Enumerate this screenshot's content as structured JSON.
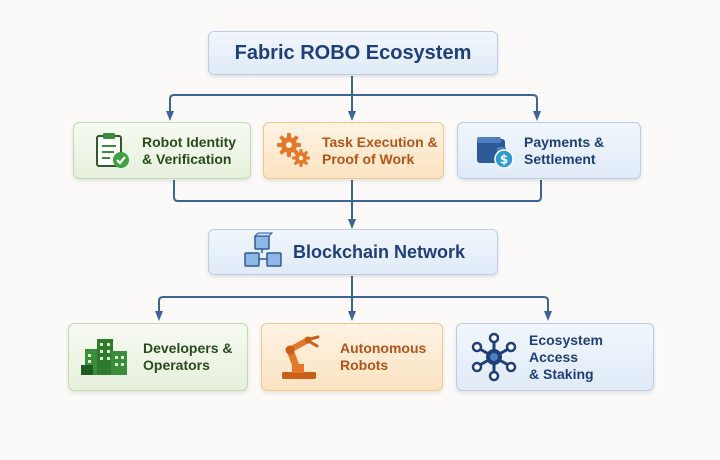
{
  "title": "Fabric ROBO Ecosystem",
  "top_row": [
    {
      "line1": "Robot Identity",
      "line2": "& Verification",
      "icon": "clipboard-check-icon"
    },
    {
      "line1": "Task Execution &",
      "line2": "Proof of Work",
      "icon": "gears-icon"
    },
    {
      "line1": "Payments &",
      "line2": "Settlement",
      "icon": "wallet-coin-icon"
    }
  ],
  "middle": {
    "label": "Blockchain Network",
    "icon": "blocks-icon"
  },
  "bottom_row": [
    {
      "line1": "Developers &",
      "line2": "Operators",
      "icon": "buildings-icon"
    },
    {
      "line1": "Autonomous",
      "line2": "Robots",
      "icon": "robot-arm-icon"
    },
    {
      "line1": "Ecosystem Access",
      "line2": "& Staking",
      "icon": "network-hub-icon"
    }
  ],
  "colors": {
    "connector": "#3d6497",
    "title_text": "#1e3f78",
    "green": "#3a8d3a",
    "orange": "#e4782a",
    "blue": "#2f66a8"
  }
}
